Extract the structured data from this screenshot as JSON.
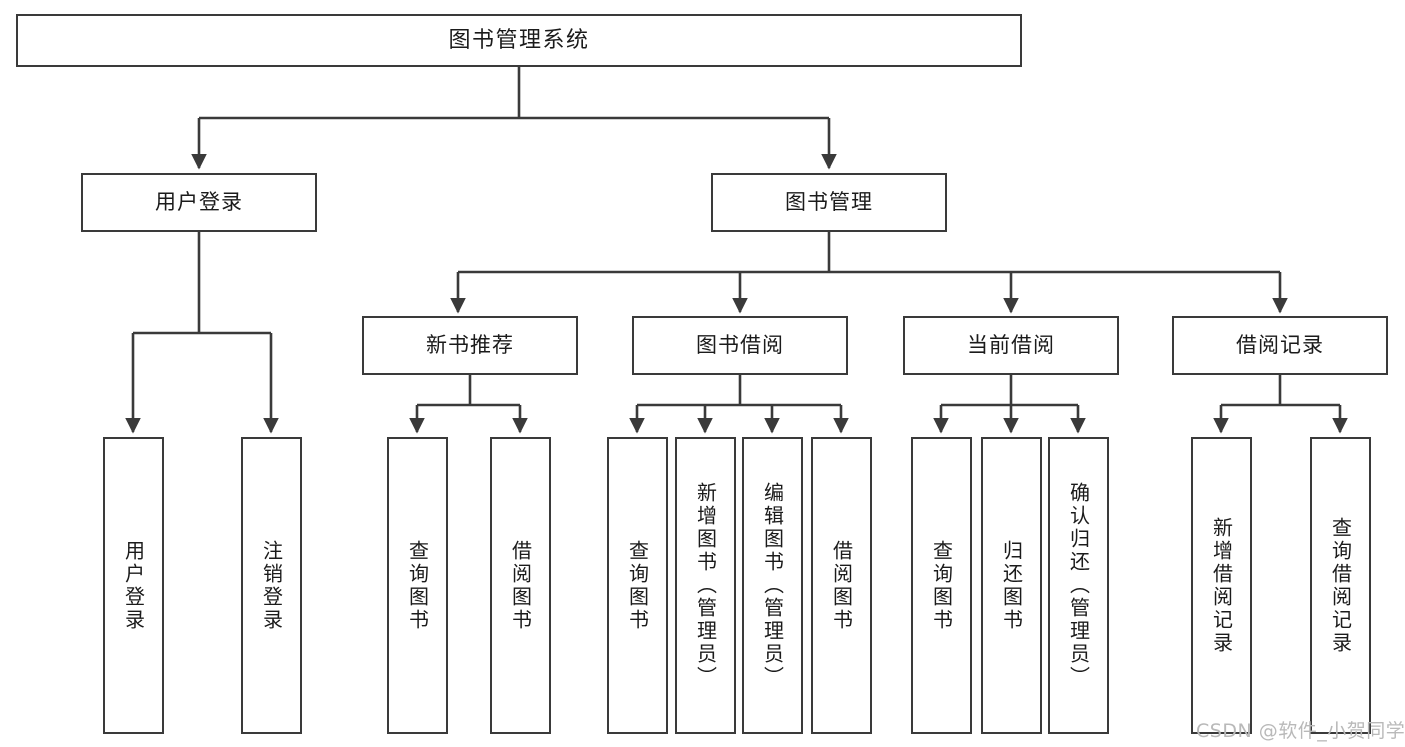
{
  "diagram": {
    "type": "tree-hierarchy",
    "title": "图书管理系统",
    "watermark": "CSDN @软件_小贺同学",
    "colors": {
      "box_border": "#3a3a3a",
      "box_fill": "#ffffff",
      "edge": "#3a3a3a",
      "text": "#1b1b1b",
      "watermark": "#b9b9b9",
      "background": "#ffffff"
    },
    "root": {
      "id": "root",
      "label": "图书管理系统"
    },
    "level2": [
      {
        "id": "login",
        "label": "用户登录"
      },
      {
        "id": "bookmgmt",
        "label": "图书管理"
      }
    ],
    "level3": [
      {
        "id": "newbook",
        "label": "新书推荐",
        "parent": "bookmgmt"
      },
      {
        "id": "borrow",
        "label": "图书借阅",
        "parent": "bookmgmt"
      },
      {
        "id": "current",
        "label": "当前借阅",
        "parent": "bookmgmt"
      },
      {
        "id": "records",
        "label": "借阅记录",
        "parent": "bookmgmt"
      }
    ],
    "leaves": [
      {
        "id": "leaf-user-login",
        "label": "用户登录",
        "parent": "login"
      },
      {
        "id": "leaf-logout",
        "label": "注销登录",
        "parent": "login"
      },
      {
        "id": "leaf-query-book-1",
        "label": "查询图书",
        "parent": "newbook"
      },
      {
        "id": "leaf-borrow-book-1",
        "label": "借阅图书",
        "parent": "newbook"
      },
      {
        "id": "leaf-query-book-2",
        "label": "查询图书",
        "parent": "borrow"
      },
      {
        "id": "leaf-add-book",
        "label": "新增图书（管理员）",
        "parent": "borrow"
      },
      {
        "id": "leaf-edit-book",
        "label": "编辑图书（管理员）",
        "parent": "borrow"
      },
      {
        "id": "leaf-borrow-book-2",
        "label": "借阅图书",
        "parent": "borrow"
      },
      {
        "id": "leaf-query-book-3",
        "label": "查询图书",
        "parent": "current"
      },
      {
        "id": "leaf-return-book",
        "label": "归还图书",
        "parent": "current"
      },
      {
        "id": "leaf-confirm-return",
        "label": "确认归还（管理员）",
        "parent": "current"
      },
      {
        "id": "leaf-add-record",
        "label": "新增借阅记录",
        "parent": "records"
      },
      {
        "id": "leaf-query-record",
        "label": "查询借阅记录",
        "parent": "records"
      }
    ]
  }
}
